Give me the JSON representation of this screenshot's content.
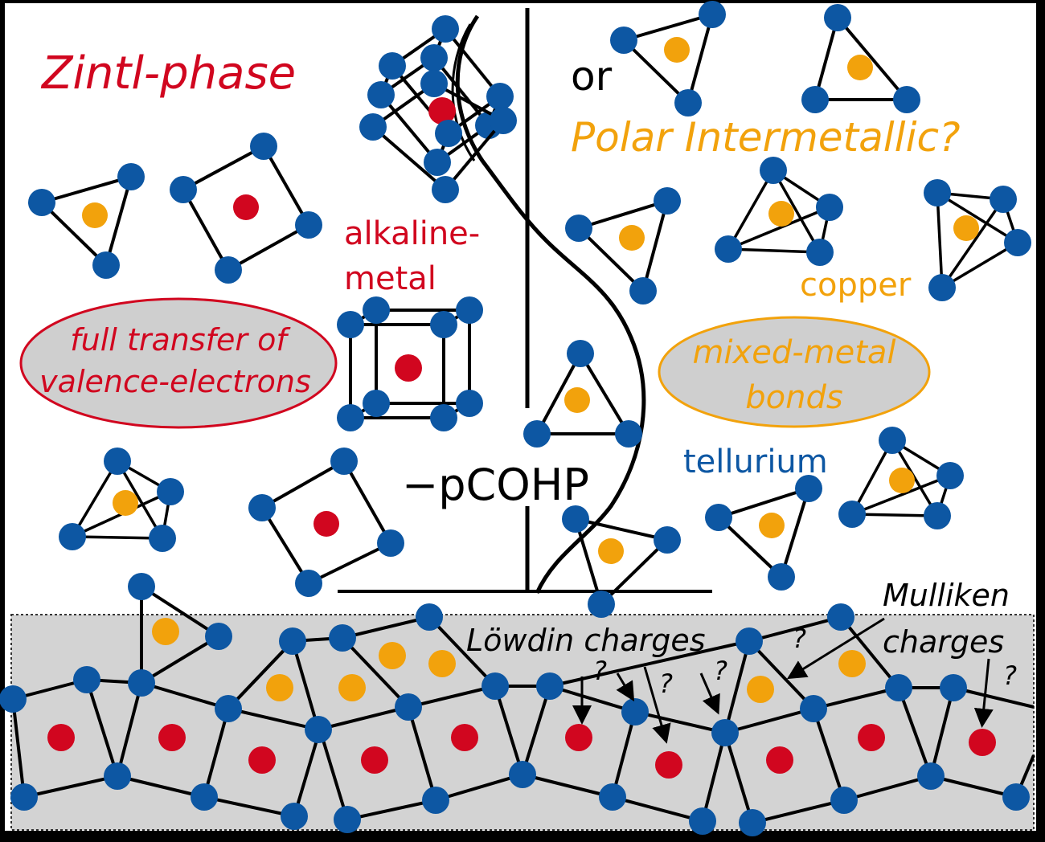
{
  "colors": {
    "frame": "#000000",
    "background": "#ffffff",
    "panel": "#d3d3d3",
    "tellurium": "#0d57a3",
    "copper": "#f2a20c",
    "alkaline": "#d1061f",
    "line": "#000000"
  },
  "title": {
    "zintl": "Zintl-phase",
    "or": "or",
    "polar": "Polar Intermetallic?"
  },
  "labels": {
    "alkaline_line1": "alkaline-",
    "alkaline_line2": "metal",
    "copper": "copper",
    "tellurium": "tellurium",
    "cohp": "−pCOHP",
    "lowdin": "Löwdin charges",
    "mulliken_line1": "Mulliken",
    "mulliken_line2": "charges",
    "question": "?"
  },
  "ellipses": {
    "full_transfer_line1": "full transfer of",
    "full_transfer_line2": "valence-electrons",
    "mixed_metal_line1": "mixed-metal",
    "mixed_metal_line2": "bonds"
  }
}
